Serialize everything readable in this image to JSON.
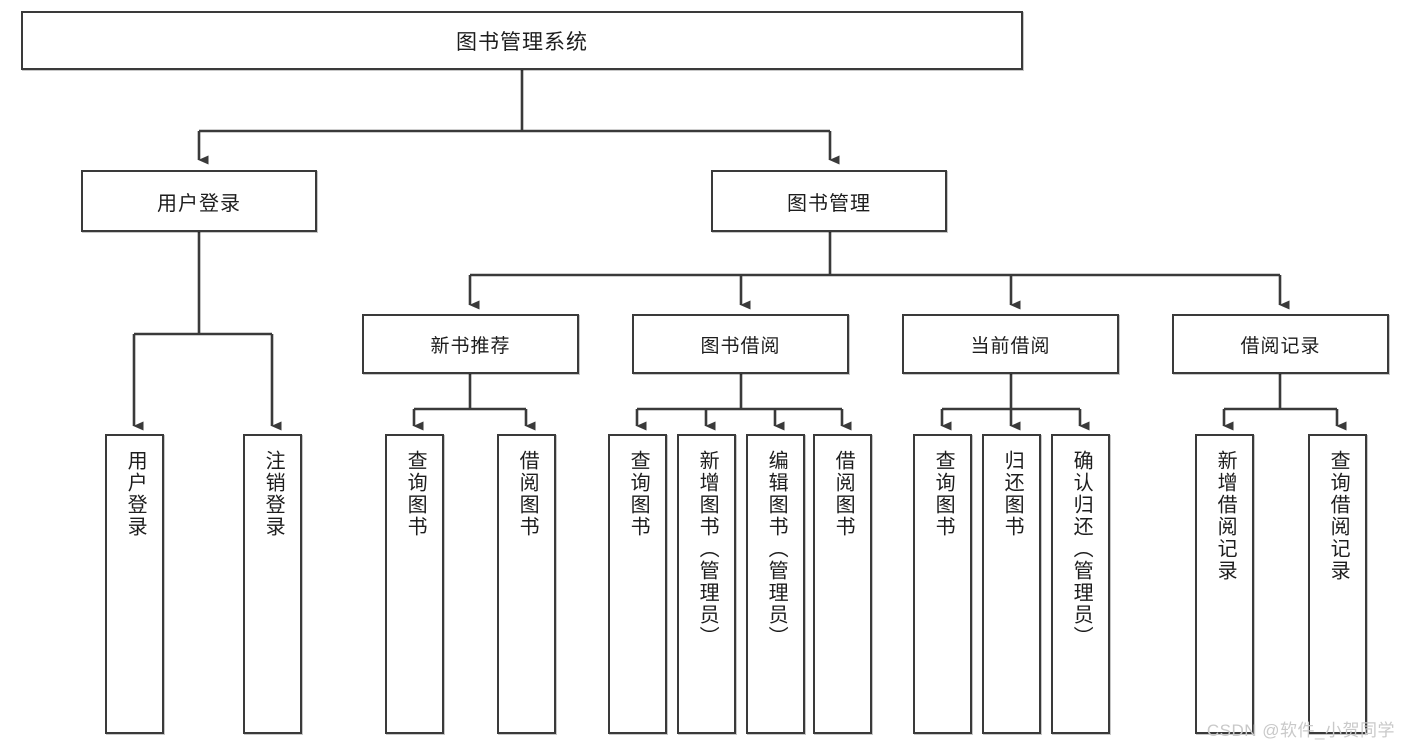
{
  "diagram": {
    "title": "图书管理系统",
    "type": "tree",
    "watermark": "CSDN @软件_小贺同学",
    "colors": {
      "box_border": "#3a3a3a",
      "box_fill": "#ffffff",
      "edge": "#3a3a3a",
      "text": "#1d1d1d",
      "watermark": "#c9c9c9"
    },
    "root": {
      "label": "图书管理系统"
    },
    "level1": [
      {
        "label": "用户登录"
      },
      {
        "label": "图书管理"
      }
    ],
    "level2": [
      {
        "label": "新书推荐"
      },
      {
        "label": "图书借阅"
      },
      {
        "label": "当前借阅"
      },
      {
        "label": "借阅记录"
      }
    ],
    "leaves": {
      "user_login": [
        {
          "label": "用户登录"
        },
        {
          "label": "注销登录"
        }
      ],
      "new_book_recommend": [
        {
          "label": "查询图书"
        },
        {
          "label": "借阅图书"
        }
      ],
      "book_borrow": [
        {
          "label": "查询图书"
        },
        {
          "label": "新增图书（管理员）"
        },
        {
          "label": "编辑图书（管理员）"
        },
        {
          "label": "借阅图书"
        }
      ],
      "current_borrow": [
        {
          "label": "查询图书"
        },
        {
          "label": "归还图书"
        },
        {
          "label": "确认归还（管理员）"
        }
      ],
      "borrow_record": [
        {
          "label": "新增借阅记录"
        },
        {
          "label": "查询借阅记录"
        }
      ]
    }
  }
}
